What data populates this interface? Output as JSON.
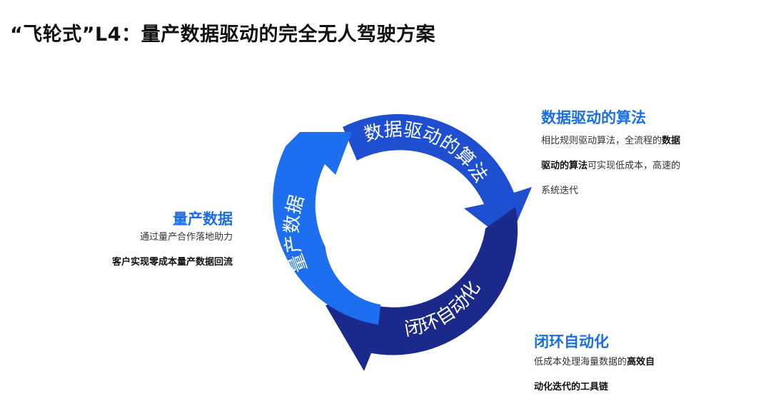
{
  "title": "“飞轮式”L4：量产数据驱动的完全无人驾驶方案",
  "colors": {
    "arc_algorithm": "#1f4fd1",
    "arc_data": "#1d6ff0",
    "arc_automation": "#1b2a8a",
    "heading_blue": "#1a6fe8"
  },
  "cycle": {
    "algorithm_label": "数据驱动的算法",
    "data_label": "量产数据",
    "automation_label": "闭环自动化"
  },
  "algorithm_block": {
    "heading": "数据驱动的算法",
    "line1_normal": "相比规则驱动算法，全流程的",
    "line1_bold": "数据",
    "line2_bold": "驱动的算法",
    "line2_normal": "可实现低成本，高速的",
    "line3": "系统迭代"
  },
  "data_block": {
    "heading": "量产数据",
    "line1": "通过量产合作落地助力",
    "line2": "客户实现零成本量产数据回流"
  },
  "automation_block": {
    "heading": "闭环自动化",
    "line1_normal": "低成本处理海量数据的",
    "line1_bold": "高效自",
    "line2_bold": "动化迭代的工具链"
  }
}
